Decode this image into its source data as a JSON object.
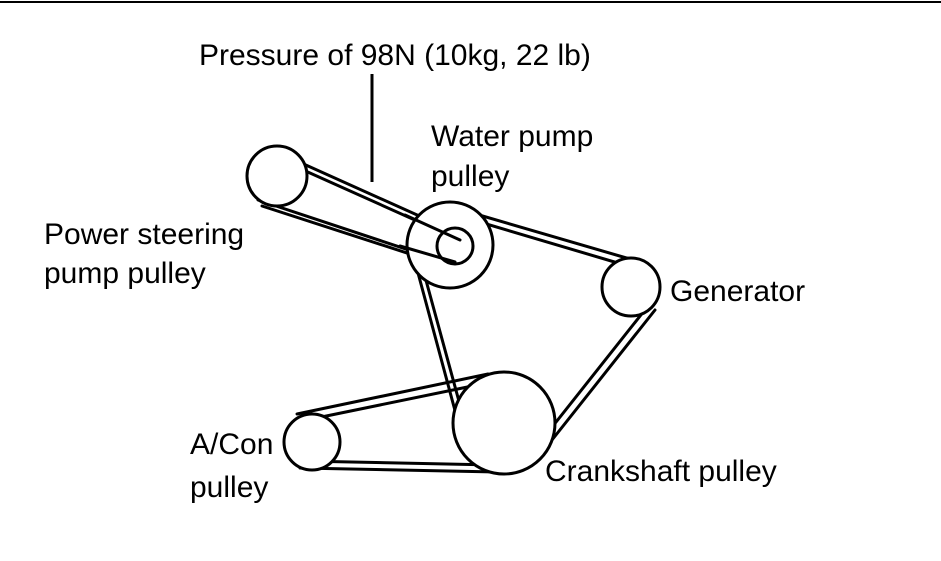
{
  "labels": {
    "pressure": "Pressure of 98N (10kg, 22 lb)",
    "water_pump_line1": "Water pump",
    "water_pump_line2": "pulley",
    "power_steering_line1": "Power steering",
    "power_steering_line2": "pump pulley",
    "generator": "Generator",
    "acon_line1": "A/Con",
    "acon_line2": "pulley",
    "crankshaft": "Crankshaft pulley"
  },
  "colors": {
    "ink": "#000000",
    "paper": "#ffffff"
  }
}
